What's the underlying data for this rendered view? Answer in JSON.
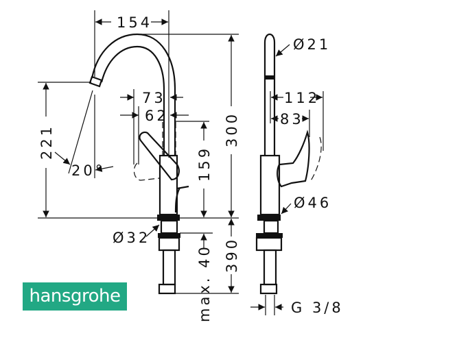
{
  "brand": {
    "name": "hansgrohe",
    "color": "#22a884"
  },
  "dimensions": {
    "spout_reach": "154",
    "spout_height": "221",
    "swivel_angle": "20°",
    "handle_reach_73": "73",
    "handle_reach_62": "62",
    "handle_height": "159",
    "total_height": "300",
    "hose_length": "390",
    "max_counter_thickness": "max. 40",
    "base_diameter": "Ø32",
    "spout_diameter": "Ø21",
    "side_reach_112": "112",
    "side_reach_83": "83",
    "body_diameter": "Ø46",
    "connection_thread": "G 3/8"
  }
}
